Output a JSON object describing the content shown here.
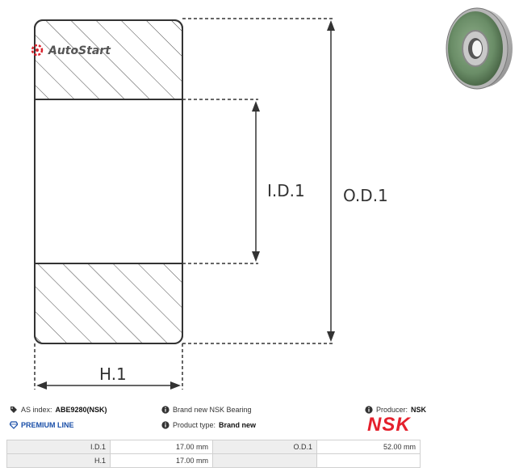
{
  "watermark": "AutoStart",
  "drawing": {
    "id_label": "I.D.1",
    "od_label": "O.D.1",
    "h_label": "H.1"
  },
  "info": {
    "as_index_label": "AS index:",
    "as_index_value": "ABE9280(NSK)",
    "premium_line": "PREMIUM LINE",
    "brand_new": "Brand new NSK Bearing",
    "product_type_label": "Product type:",
    "product_type_value": "Brand new",
    "producer_label": "Producer:",
    "producer_value": "NSK",
    "producer_logo": "NSK"
  },
  "specs": [
    {
      "label1": "I.D.1",
      "value1": "17.00 mm",
      "label2": "O.D.1",
      "value2": "52.00 mm"
    },
    {
      "label1": "H.1",
      "value1": "17.00 mm",
      "label2": "",
      "value2": ""
    }
  ],
  "colors": {
    "brand_red": "#e4202c",
    "premium_blue": "#1a4fa8"
  },
  "icons": [
    "tag-icon",
    "diamond-icon",
    "info-icon"
  ]
}
